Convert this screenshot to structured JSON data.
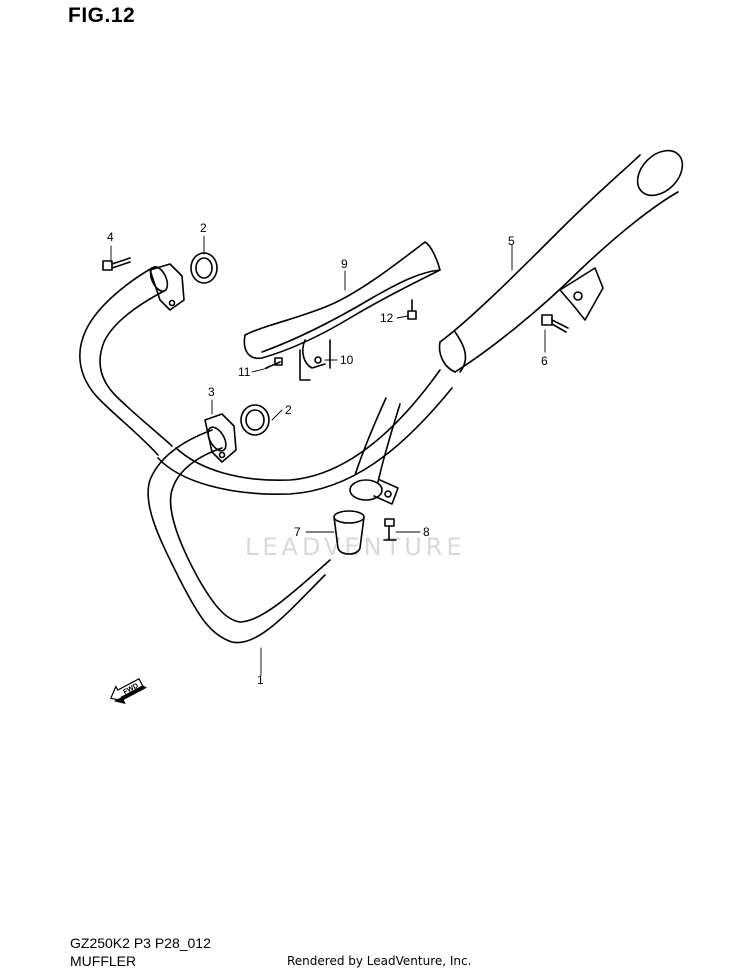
{
  "figure_title": "FIG.12",
  "footer": {
    "code": "GZ250K2 P3 P28_012",
    "name": "MUFFLER",
    "rendered_by": "Rendered by LeadVenture, Inc."
  },
  "watermark": "LEADVENTURE",
  "fwd_label": "FWD",
  "callouts": {
    "c1": "1",
    "c2a": "2",
    "c2b": "2",
    "c3": "3",
    "c4": "4",
    "c5": "5",
    "c6": "6",
    "c7": "7",
    "c8": "8",
    "c9": "9",
    "c10": "10",
    "c11": "11",
    "c12": "12"
  }
}
